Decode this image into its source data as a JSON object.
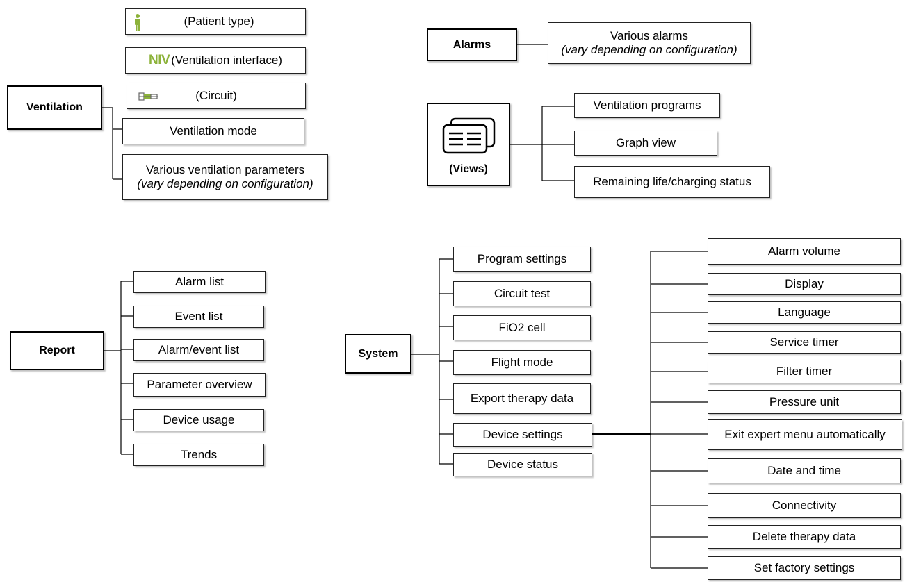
{
  "ventilation": {
    "title": "Ventilation",
    "items": [
      {
        "label": "(Patient type)"
      },
      {
        "prefix": "NIV",
        "label": "(Ventilation interface)"
      },
      {
        "label": "(Circuit)"
      },
      {
        "label": "Ventilation mode"
      },
      {
        "label": "Various ventilation parameters",
        "note": "(vary depending on configuration)"
      }
    ]
  },
  "alarms": {
    "title": "Alarms",
    "item": {
      "label": "Various alarms",
      "note": "(vary depending on configuration)"
    }
  },
  "views": {
    "title": "(Views)",
    "items": [
      "Ventilation programs",
      "Graph view",
      "Remaining life/charging status"
    ]
  },
  "report": {
    "title": "Report",
    "items": [
      "Alarm list",
      "Event list",
      "Alarm/event list",
      "Parameter overview",
      "Device usage",
      "Trends"
    ]
  },
  "system": {
    "title": "System",
    "items": [
      "Program settings",
      "Circuit test",
      "FiO2 cell",
      "Flight mode",
      "Export therapy data",
      "Device settings",
      "Device status"
    ]
  },
  "device_settings": {
    "items": [
      "Alarm volume",
      "Display",
      "Language",
      "Service timer",
      "Filter timer",
      "Pressure unit",
      "Exit expert menu automatically",
      "Date and time",
      "Connectivity",
      "Delete therapy data",
      "Set factory settings"
    ]
  },
  "colors": {
    "icon_green": "#8cb23a",
    "line": "#000000"
  },
  "icons": [
    "patient-icon",
    "circuit-icon",
    "views-icon"
  ]
}
